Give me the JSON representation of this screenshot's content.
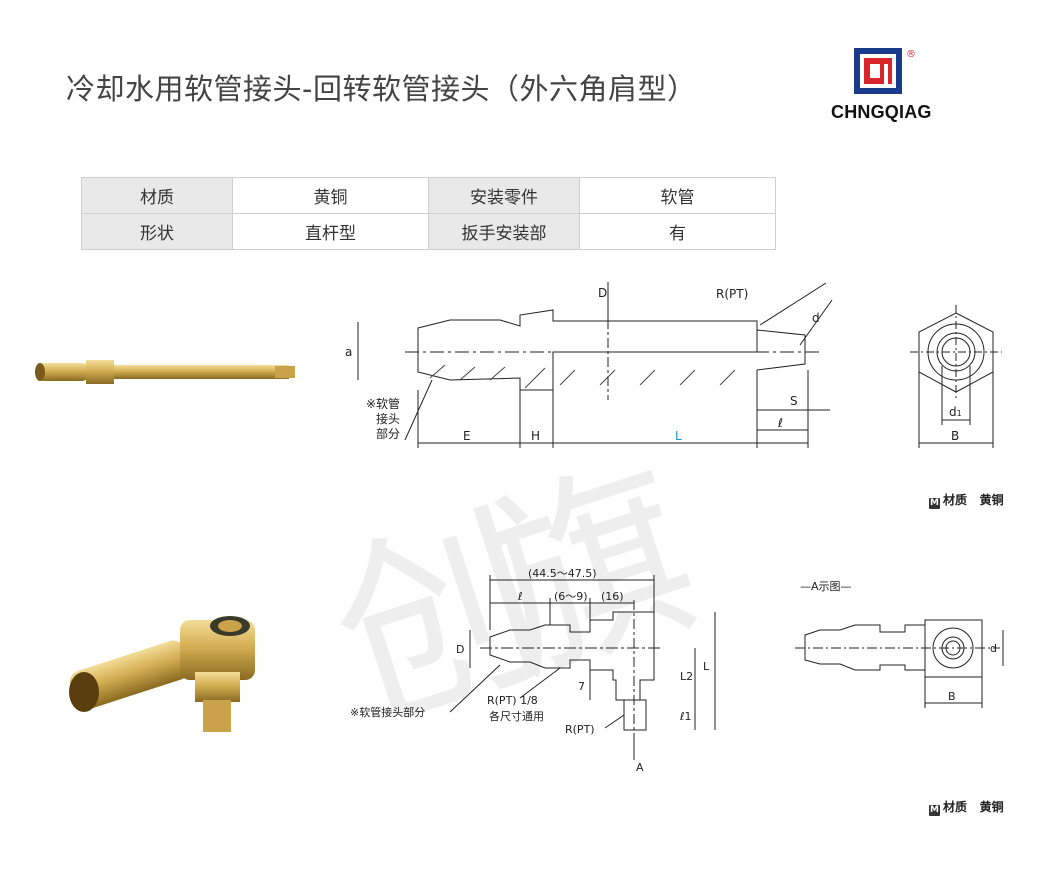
{
  "title": "冷却水用软管接头-回转软管接头（外六角肩型）",
  "logo": {
    "text": "CHNGQIAG",
    "registered": "®",
    "colors": {
      "blue": "#1a3a8c",
      "red": "#d8262c"
    }
  },
  "watermark": "创旗",
  "spec_table": {
    "rows": [
      [
        "材质",
        "黄铜",
        "安装零件",
        "软管"
      ],
      [
        "形状",
        "直杆型",
        "扳手安装部",
        "有"
      ]
    ]
  },
  "drawing1": {
    "labels": {
      "D": "D",
      "a": "a",
      "R_PT": "R(PT)",
      "d": "d",
      "S": "S",
      "l": "ℓ",
      "E": "E",
      "H": "H",
      "L": "L",
      "d1": "d",
      "d1_sub": "1",
      "B": "B",
      "note_line1": "※软管",
      "note_line2": "接头",
      "note_line3": "部分"
    }
  },
  "drawing2": {
    "labels": {
      "total": "(44.5～47.5)",
      "l": "ℓ",
      "range": "(6～9)",
      "sixteen": "(16)",
      "D": "D",
      "L2": "L2",
      "L": "L",
      "l1": "ℓ1",
      "seven": "7",
      "R_PT_18": "R(PT) 1/8",
      "all_sizes": "各尺寸通用",
      "R_PT": "R(PT)",
      "A": "A",
      "note": "※软管接头部分",
      "a_view": "—A示图—",
      "d": "d",
      "B": "B"
    }
  },
  "material_note": {
    "m": "M",
    "label": "材质",
    "value": "黄铜"
  },
  "material_note2": {
    "m": "M",
    "label": "材质",
    "value": "黄铜"
  }
}
